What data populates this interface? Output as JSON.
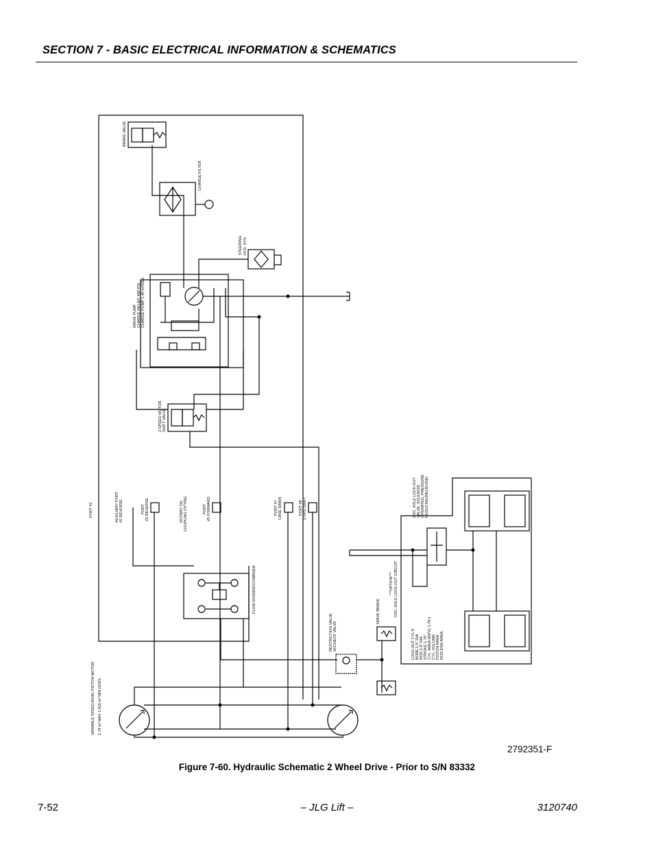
{
  "header": {
    "section_title": "SECTION 7 - BASIC ELECTRICAL INFORMATION & SCHEMATICS"
  },
  "schematic": {
    "brake_valve": "BRAKE VALVE",
    "charge_filter": "CHARGE FILTER",
    "steering_hyd_sys": [
      "STEERING",
      "HYD. SYS."
    ],
    "drive_pump": [
      "DRIVE PUMP",
      "CHARGE RELIEF 400 PSI",
      "CHARGE PUMP 1.45 in³/REV"
    ],
    "two_speed_valve": [
      "2-SPEED MOTOR",
      "SHIFT VALVE"
    ],
    "flow_divider": "FLOW DIVIDER/COMBINER",
    "port_1": "PORT #1",
    "aux_port": [
      "AUXILIARY PORT",
      "#2 REVERSE"
    ],
    "port_3": [
      "PORT",
      "#3 REVERSE"
    ],
    "rotary_coupling": [
      "ROTARY OIL",
      "COUPLING FITTING"
    ],
    "port_5": [
      "PORT",
      "#5 FORWARD"
    ],
    "port_7": [
      "PORT #7",
      "CASE DRAIN"
    ],
    "port_8": [
      "PORT #8",
      "2-SPD SHIFT"
    ],
    "lockout_valve": [
      "OSC. AXLE LOCK-OUT",
      "VALVE, SOLENOID",
      "OPERATED, PRESSURE",
      "REDUCING/RELIEVING"
    ],
    "optional_circuit": [
      "***OPTION***",
      "OSC. AXLE LOCK-OUT CIRCUIT"
    ],
    "drive_brake": "DRIVE BRAKE",
    "restriction_valve": [
      "RESTRICTION VALVE",
      "W/CHECK VALVE"
    ],
    "lockout_cyl": [
      "LOCK-OUT CYL'S",
      "BORE 1.5\" DIA",
      "ROD 1.0\" DIA",
      "STROKE 1.75\"",
      "CYL. AREA RATIO 1.79:1",
      "CYL. VOLUME",
      "PISTON AREA",
      "ROD END AREA"
    ],
    "motor_spec": [
      "VARIABLE SPEED AXIAL PISTON MOTOR",
      "2.74 in³ MAX  1.425 in³ MIN DISPL."
    ]
  },
  "drawing_number": "2792351-F",
  "caption": "Figure 7-60.  Hydraulic Schematic 2 Wheel Drive - Prior to S/N 83332",
  "footer": {
    "page": "7-52",
    "brand": "– JLG Lift –",
    "doc_number": "3120740"
  }
}
